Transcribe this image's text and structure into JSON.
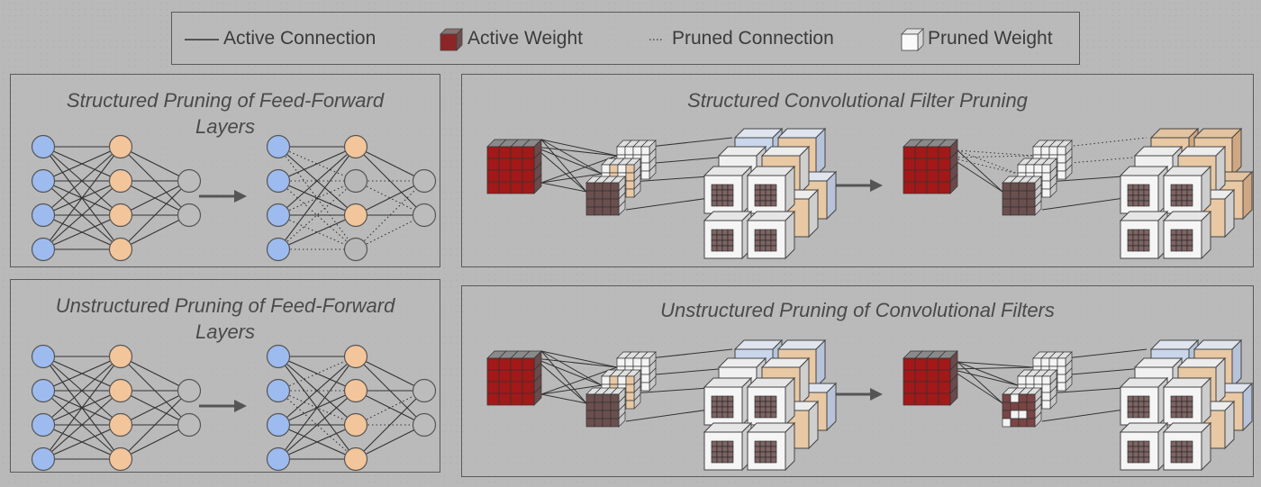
{
  "legend": {
    "active_connection": "Active Connection",
    "active_weight": "Active Weight",
    "pruned_connection": "Pruned Connection",
    "pruned_weight": "Pruned Weight"
  },
  "panels": {
    "structured_ff": {
      "title": "Structured Pruning of Feed-Forward Layers"
    },
    "unstructured_ff": {
      "title": "Unstructured Pruning of Feed-Forward Layers"
    },
    "structured_conv": {
      "title": "Structured Convolutional Filter Pruning"
    },
    "unstructured_conv": {
      "title": "Unstructured Pruning of Convolutional Filters"
    }
  },
  "colors": {
    "input_node": "#9dbbef",
    "hidden_node": "#f3c59b",
    "output_node": "#bcbcbc",
    "active_weight": "#a31818",
    "pruned_weight": "#f4f4f4",
    "filter_peach": "#e8c9a4",
    "filter_blue": "#c9d6ec"
  }
}
